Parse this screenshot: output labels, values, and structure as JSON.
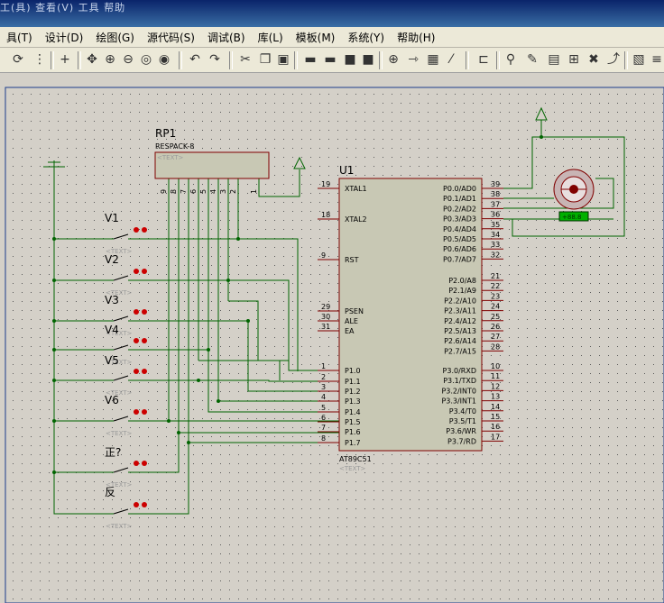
{
  "window": {
    "title_fragment": "工(具) 查看(V) 工具 帮助"
  },
  "menu": [
    {
      "label": "具(T)"
    },
    {
      "label": "设计(D)"
    },
    {
      "label": "绘图(G)"
    },
    {
      "label": "源代码(S)"
    },
    {
      "label": "调试(B)"
    },
    {
      "label": "库(L)"
    },
    {
      "label": "模板(M)"
    },
    {
      "label": "系统(Y)"
    },
    {
      "label": "帮助(H)"
    }
  ],
  "toolbar_icons": [
    "refresh-icon",
    "grid-icon",
    "origin-icon",
    "pan-icon",
    "zoom-in-icon",
    "zoom-out-icon",
    "zoom-all-icon",
    "zoom-area-icon",
    "undo-icon",
    "redo-icon",
    "cut-icon",
    "copy-icon",
    "paste-icon",
    "block-copy-icon",
    "block-move-icon",
    "block-rotate-icon",
    "block-delete-icon",
    "pick-device-icon",
    "make-device-icon",
    "package-icon",
    "decompose-icon",
    "wire-autoroute-icon",
    "search-icon",
    "property-assign-icon",
    "new-sheet-icon",
    "delete-sheet-icon",
    "goto-sheet-icon",
    "bom-icon",
    "netlist-icon"
  ],
  "schematic": {
    "rp1": {
      "ref": "RP1",
      "value": "RESPACK-8",
      "text": "<TEXT>",
      "pins": [
        "9",
        "8",
        "7",
        "6",
        "5",
        "4",
        "3",
        "2",
        "1"
      ]
    },
    "u1": {
      "ref": "U1",
      "value": "AT89C51",
      "text": "<TEXT>",
      "left_pins": [
        {
          "num": "19",
          "name": "XTAL1"
        },
        {
          "num": "18",
          "name": "XTAL2"
        },
        {
          "num": "9",
          "name": "RST"
        },
        {
          "num": "29",
          "name": "PSEN"
        },
        {
          "num": "30",
          "name": "ALE"
        },
        {
          "num": "31",
          "name": "EA"
        },
        {
          "num": "1",
          "name": "P1.0"
        },
        {
          "num": "2",
          "name": "P1.1"
        },
        {
          "num": "3",
          "name": "P1.2"
        },
        {
          "num": "4",
          "name": "P1.3"
        },
        {
          "num": "5",
          "name": "P1.4"
        },
        {
          "num": "6",
          "name": "P1.5"
        },
        {
          "num": "7",
          "name": "P1.6"
        },
        {
          "num": "8",
          "name": "P1.7"
        }
      ],
      "right_pins": [
        {
          "num": "39",
          "name": "P0.0/AD0"
        },
        {
          "num": "38",
          "name": "P0.1/AD1"
        },
        {
          "num": "37",
          "name": "P0.2/AD2"
        },
        {
          "num": "36",
          "name": "P0.3/AD3"
        },
        {
          "num": "35",
          "name": "P0.4/AD4"
        },
        {
          "num": "34",
          "name": "P0.5/AD5"
        },
        {
          "num": "33",
          "name": "P0.6/AD6"
        },
        {
          "num": "32",
          "name": "P0.7/AD7"
        },
        {
          "num": "21",
          "name": "P2.0/A8"
        },
        {
          "num": "22",
          "name": "P2.1/A9"
        },
        {
          "num": "23",
          "name": "P2.2/A10"
        },
        {
          "num": "24",
          "name": "P2.3/A11"
        },
        {
          "num": "25",
          "name": "P2.4/A12"
        },
        {
          "num": "26",
          "name": "P2.5/A13"
        },
        {
          "num": "27",
          "name": "P2.6/A14"
        },
        {
          "num": "28",
          "name": "P2.7/A15"
        },
        {
          "num": "10",
          "name": "P3.0/RXD"
        },
        {
          "num": "11",
          "name": "P3.1/TXD"
        },
        {
          "num": "12",
          "name": "P3.2/INT0"
        },
        {
          "num": "13",
          "name": "P3.3/INT1"
        },
        {
          "num": "14",
          "name": "P3.4/T0"
        },
        {
          "num": "15",
          "name": "P3.5/T1"
        },
        {
          "num": "16",
          "name": "P3.6/WR"
        },
        {
          "num": "17",
          "name": "P3.7/RD"
        }
      ]
    },
    "switches": [
      {
        "label": "V1",
        "text": "<TEXT>"
      },
      {
        "label": "V2",
        "text": "<TEXT>"
      },
      {
        "label": "V3",
        "text": "<TEXT>"
      },
      {
        "label": "V4",
        "text": "<TEXT>"
      },
      {
        "label": "V5",
        "text": "<TEXT>"
      },
      {
        "label": "V6",
        "text": "<TEXT>"
      },
      {
        "label": "正?",
        "text": "<TEXT>"
      },
      {
        "label": "反",
        "text": "<TEXT>"
      }
    ],
    "motor": {
      "readout": "+88.8"
    },
    "colors": {
      "wire": "#006400",
      "part_outline": "#800000",
      "part_fill": "#c8c8b4",
      "pin_red": "#cc0000",
      "sheet": "#d4d0c8",
      "led_green": "#00b000"
    }
  }
}
